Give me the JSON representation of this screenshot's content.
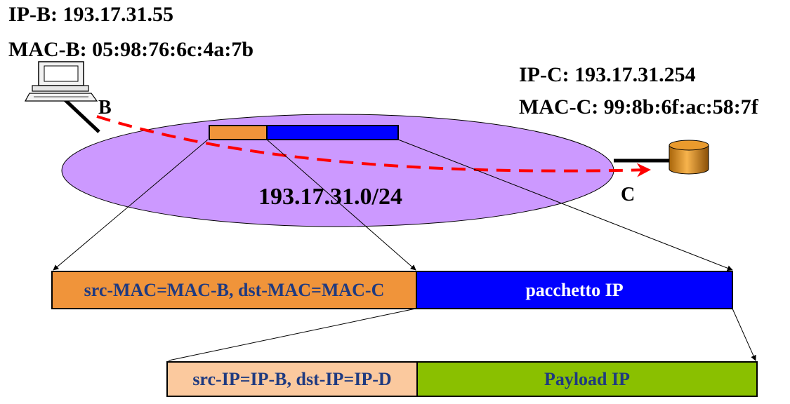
{
  "host_b": {
    "ip_label": "IP-B: 193.17.31.55",
    "mac_label": "MAC-B: 05:98:76:6c:4a:7b",
    "node_label": "B"
  },
  "host_c": {
    "ip_label": "IP-C: 193.17.31.254",
    "mac_label": "MAC-C: 99:8b:6f:ac:58:7f",
    "node_label": "C"
  },
  "network": {
    "subnet_label": "193.17.31.0/24"
  },
  "frame": {
    "header_label": "src-MAC=MAC-B, dst-MAC=MAC-C",
    "payload_label": "pacchetto IP"
  },
  "ip_packet": {
    "header_label": "src-IP=IP-B, dst-IP=IP-D",
    "payload_label": "Payload IP"
  },
  "colors": {
    "network": "#cc99ff",
    "frame_header": "#f0943a",
    "frame_payload": "#0000ff",
    "ip_header": "#fbc99e",
    "ip_payload": "#8ac000",
    "path": "#ff0000",
    "field_text": "#1f3a80"
  }
}
